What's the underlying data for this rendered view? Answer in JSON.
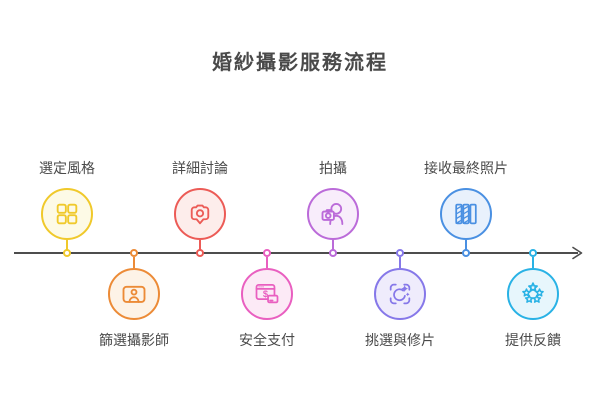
{
  "title": "婚紗攝影服務流程",
  "timeline": {
    "direction": "left-to-right",
    "line_color": "#4D4D4D"
  },
  "steps": [
    {
      "label": "選定風格",
      "position": "top",
      "color": "#F0C92B",
      "icon": "grid-icon"
    },
    {
      "label": "篩選攝影師",
      "position": "bottom",
      "color": "#EC8B37",
      "icon": "person-card-icon"
    },
    {
      "label": "詳細討論",
      "position": "top",
      "color": "#EC5B56",
      "icon": "camera-chat-icon"
    },
    {
      "label": "安全支付",
      "position": "bottom",
      "color": "#E95FC0",
      "icon": "payment-icon",
      "icon_glyph": "$"
    },
    {
      "label": "拍攝",
      "position": "top",
      "color": "#BB6BD9",
      "icon": "photographer-icon"
    },
    {
      "label": "挑選與修片",
      "position": "bottom",
      "color": "#8678E9",
      "icon": "enhance-icon"
    },
    {
      "label": "接收最終照片",
      "position": "top",
      "color": "#4A90E2",
      "icon": "photo-prints-icon"
    },
    {
      "label": "提供反饋",
      "position": "bottom",
      "color": "#29B2E5",
      "icon": "rating-stars-icon"
    }
  ]
}
